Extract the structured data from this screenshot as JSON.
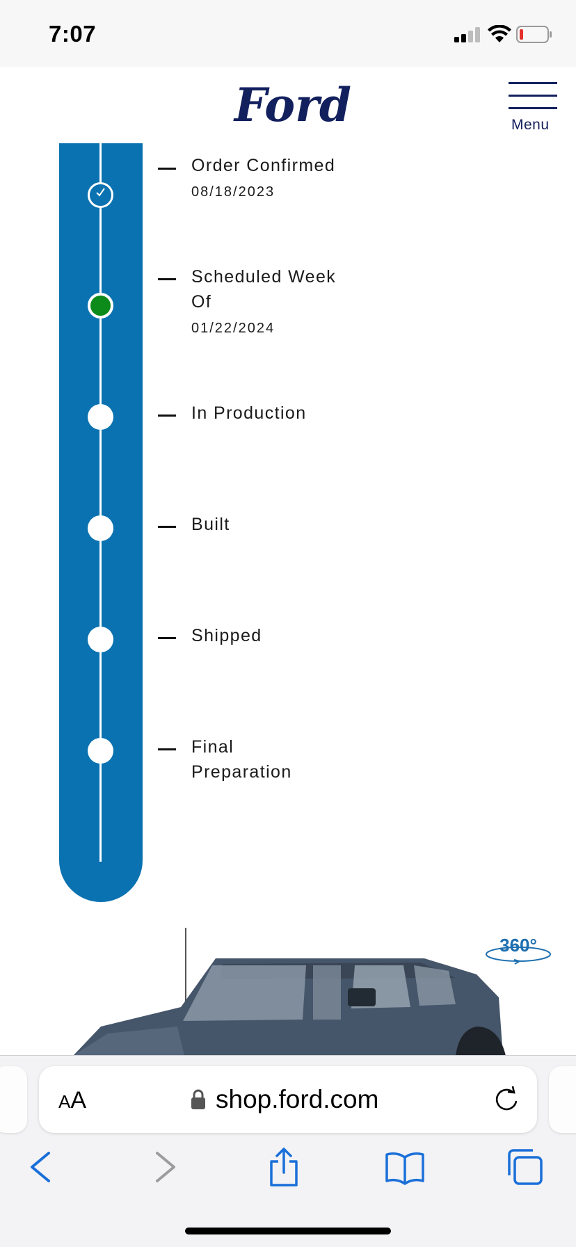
{
  "status_bar": {
    "time": "7:07"
  },
  "header": {
    "brand": "Ford",
    "menu_label": "Menu"
  },
  "timeline": {
    "steps": [
      {
        "label": "Order Confirmed",
        "date": "08/18/2023",
        "state": "done"
      },
      {
        "label_lines": [
          "Scheduled Week",
          "Of"
        ],
        "date": "01/22/2024",
        "state": "current"
      },
      {
        "label": "In Production",
        "date": "",
        "state": "pending"
      },
      {
        "label": "Built",
        "date": "",
        "state": "pending"
      },
      {
        "label": "Shipped",
        "date": "",
        "state": "pending"
      },
      {
        "label_lines": [
          "Final",
          "Preparation"
        ],
        "date": "",
        "state": "pending"
      }
    ],
    "colors": {
      "bar": "#0a72b0",
      "current_node": "#0c8a1a",
      "node": "#ffffff"
    }
  },
  "vehicle": {
    "badge": "360°",
    "image": "vehicle-side-view"
  },
  "safari": {
    "text_size_small": "A",
    "text_size_big": "A",
    "url": "shop.ford.com",
    "icons": [
      "lock-icon",
      "reload-icon",
      "back-icon",
      "forward-icon",
      "share-icon",
      "bookmarks-icon",
      "tabs-icon"
    ]
  }
}
